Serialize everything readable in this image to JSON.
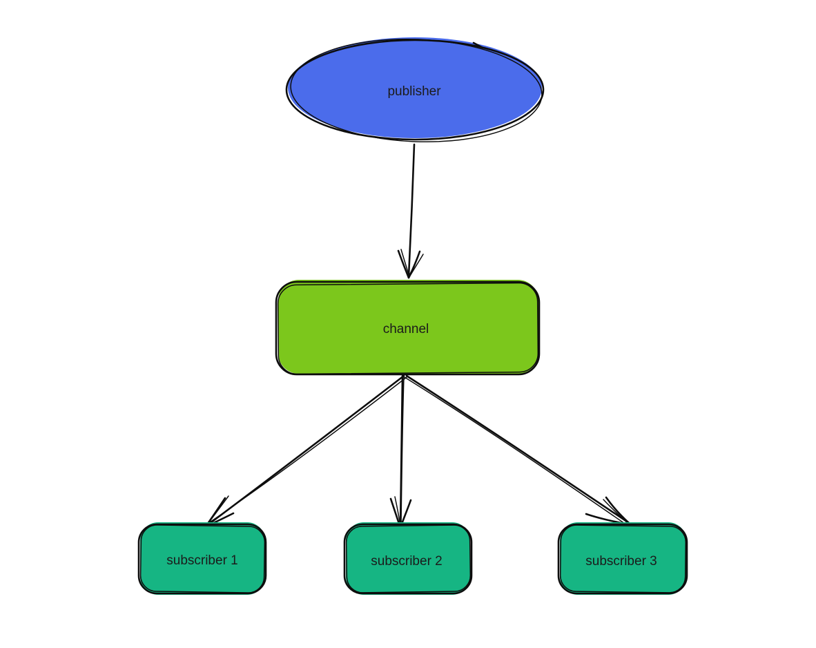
{
  "diagram": {
    "type": "flowchart",
    "background_color": "#ffffff",
    "stroke_color": "#0d0d0d",
    "text_color": "#1b1b1b",
    "nodes": {
      "publisher": {
        "label": "publisher",
        "shape": "ellipse",
        "fill": "#4b6ceb"
      },
      "channel": {
        "label": "channel",
        "shape": "rounded-rectangle",
        "fill": "#7cc71c"
      },
      "subscriber1": {
        "label": "subscriber 1",
        "shape": "rounded-rectangle",
        "fill": "#16b583"
      },
      "subscriber2": {
        "label": "subscriber 2",
        "shape": "rounded-rectangle",
        "fill": "#16b583"
      },
      "subscriber3": {
        "label": "subscriber 3",
        "shape": "rounded-rectangle",
        "fill": "#16b583"
      }
    },
    "edges": [
      {
        "from": "publisher",
        "to": "channel"
      },
      {
        "from": "channel",
        "to": "subscriber1"
      },
      {
        "from": "channel",
        "to": "subscriber2"
      },
      {
        "from": "channel",
        "to": "subscriber3"
      }
    ]
  }
}
